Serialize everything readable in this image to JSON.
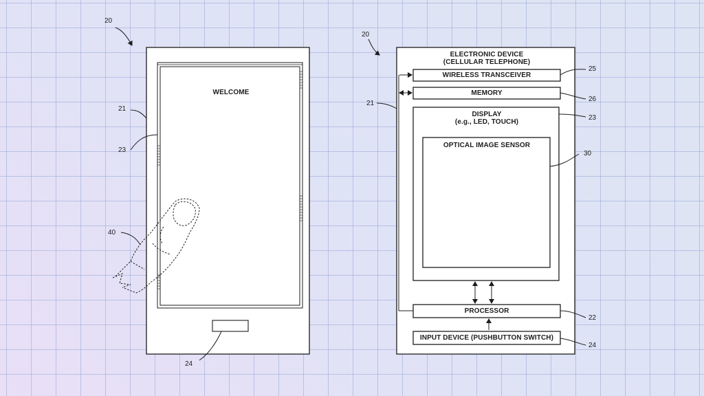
{
  "left_figure": {
    "screen_text": "WELCOME",
    "ref_device": "20",
    "ref_housing": "21",
    "ref_display": "23",
    "ref_finger": "40",
    "ref_button": "24"
  },
  "right_figure": {
    "ref_device": "20",
    "device_title_line1": "ELECTRONIC DEVICE",
    "device_title_line2": "(CELLULAR TELEPHONE)",
    "wireless_label": "WIRELESS TRANSCEIVER",
    "ref_wireless": "25",
    "memory_label": "MEMORY",
    "ref_memory": "26",
    "ref_housing": "21",
    "display_label_line1": "DISPLAY",
    "display_label_line2": "(e.g., LED, TOUCH)",
    "ref_display": "23",
    "sensor_label": "OPTICAL IMAGE SENSOR",
    "ref_sensor": "30",
    "processor_label": "PROCESSOR",
    "ref_processor": "22",
    "input_label": "INPUT DEVICE (PUSHBUTTON SWITCH)",
    "ref_input": "24"
  }
}
